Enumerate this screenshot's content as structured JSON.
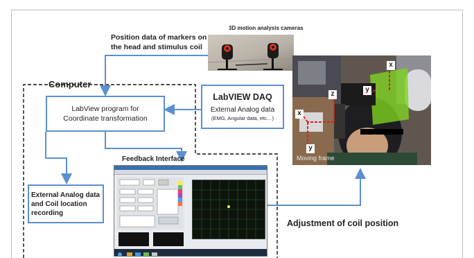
{
  "labels": {
    "position_data": "Position data of markers on the head and stimulus coil",
    "cameras": "3D motion analysis cameras",
    "computer": "Computer",
    "labview_daq": "LabVIEW DAQ",
    "labview_program": "LabView program for Coordinate transformation",
    "external_analog": "External Analog data",
    "external_analog_sub": "(EMG,  Angular data,   etc…)",
    "feedback_interface": "Feedback Interface",
    "recording_box": "External Analog data and Coil location recording",
    "adjustment": "Adjustment of coil position",
    "moving_frame": "Moving frame"
  },
  "axis_labels": {
    "x_top": "x",
    "y_coil": "y",
    "z": "z",
    "x_left": "x",
    "y_bottom": "y"
  },
  "colors": {
    "arrow": "#5b8fd0",
    "axis": "#e02020",
    "coil_green": "#7ed321"
  }
}
